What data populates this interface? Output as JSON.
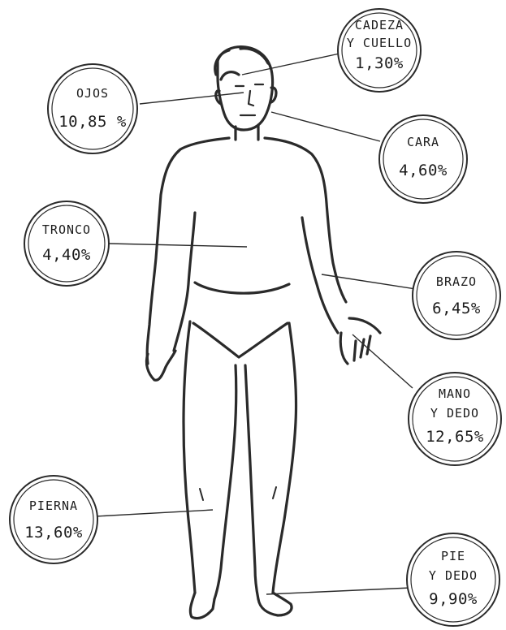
{
  "labels": [
    {
      "id": "cabeza",
      "lines": [
        "CADEZA",
        "Y CUELLO"
      ],
      "pct": "1,30%"
    },
    {
      "id": "ojos",
      "lines": [
        "OJOS"
      ],
      "pct": "10,85 %"
    },
    {
      "id": "cara",
      "lines": [
        "CARA"
      ],
      "pct": "4,60%"
    },
    {
      "id": "tronco",
      "lines": [
        "TRONCO"
      ],
      "pct": "4,40%"
    },
    {
      "id": "brazo",
      "lines": [
        "BRAZO"
      ],
      "pct": "6,45%"
    },
    {
      "id": "mano",
      "lines": [
        "MANO",
        "Y DEDO"
      ],
      "pct": "12,65%"
    },
    {
      "id": "pierna",
      "lines": [
        "PIERNA"
      ],
      "pct": "13,60%"
    },
    {
      "id": "pie",
      "lines": [
        "PIE",
        "Y DEDO"
      ],
      "pct": "9,90%"
    }
  ]
}
